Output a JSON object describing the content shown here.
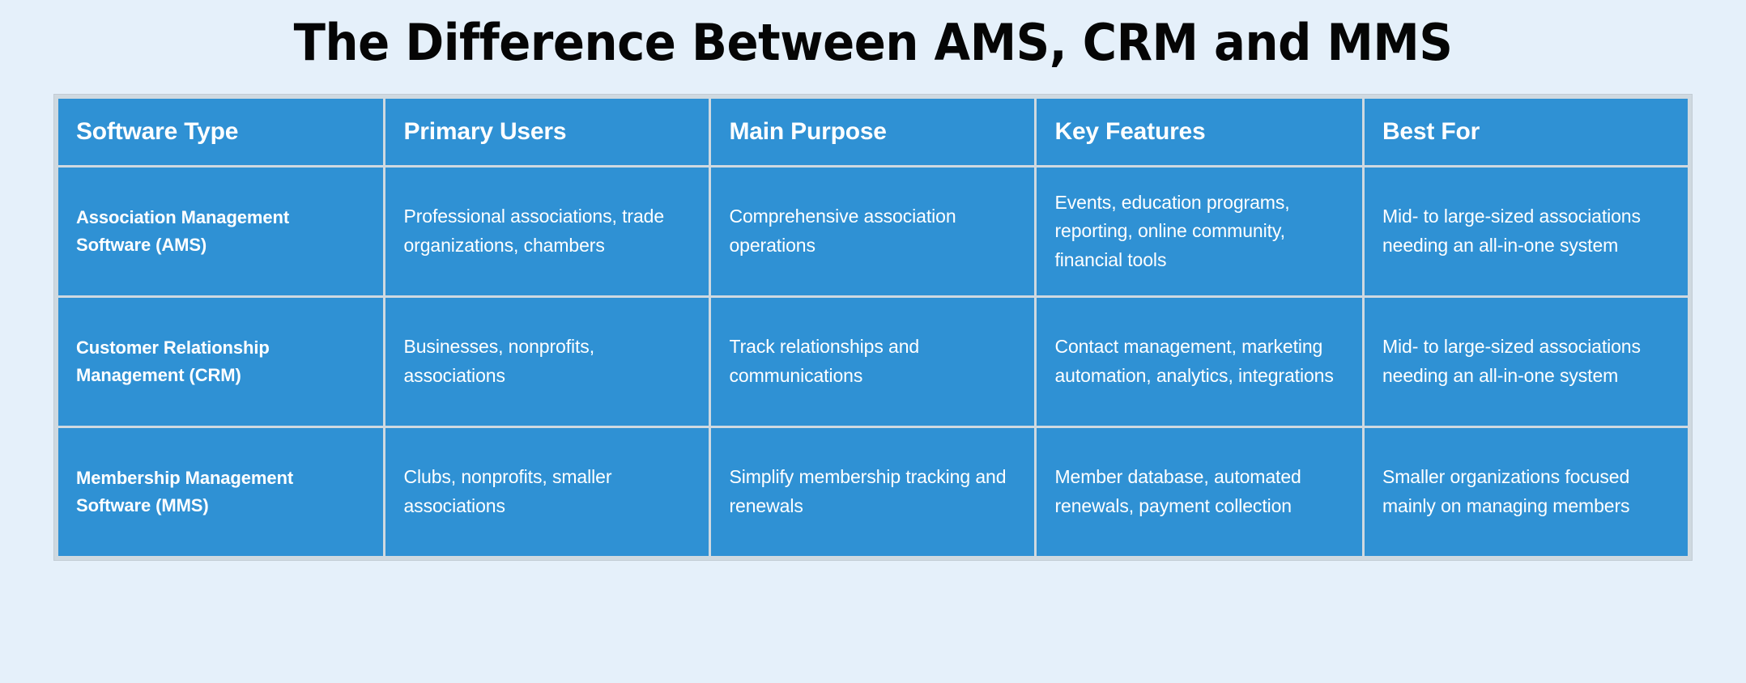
{
  "page": {
    "title": "The Difference Between AMS, CRM and MMS",
    "background_color": "#e5f0fa",
    "accent_color": "#2f91d4",
    "gridline_color": "#cfd9e0",
    "text_color": "#ffffff",
    "title_color": "#050505"
  },
  "table": {
    "headers": [
      "Software Type",
      "Primary Users",
      "Main Purpose",
      "Key Features",
      "Best For"
    ],
    "rows": [
      {
        "software_type": "Association Management Software (AMS)",
        "primary_users": "Professional associations, trade organizations, chambers",
        "main_purpose": "Comprehensive association operations",
        "key_features": "Events, education programs, reporting, online community, financial tools",
        "best_for": "Mid- to large-sized associations needing an all-in-one system"
      },
      {
        "software_type": "Customer Relationship Management (CRM)",
        "primary_users": "Businesses, nonprofits, associations",
        "main_purpose": "Track relationships and communications",
        "key_features": "Contact management, marketing automation, analytics, integrations",
        "best_for": "Mid- to large-sized associations needing an all-in-one system"
      },
      {
        "software_type": "Membership Management Software (MMS)",
        "primary_users": "Clubs, nonprofits, smaller associations",
        "main_purpose": "Simplify membership tracking and renewals",
        "key_features": "Member database, automated renewals, payment collection",
        "best_for": "Smaller organizations focused mainly on managing members"
      }
    ]
  }
}
